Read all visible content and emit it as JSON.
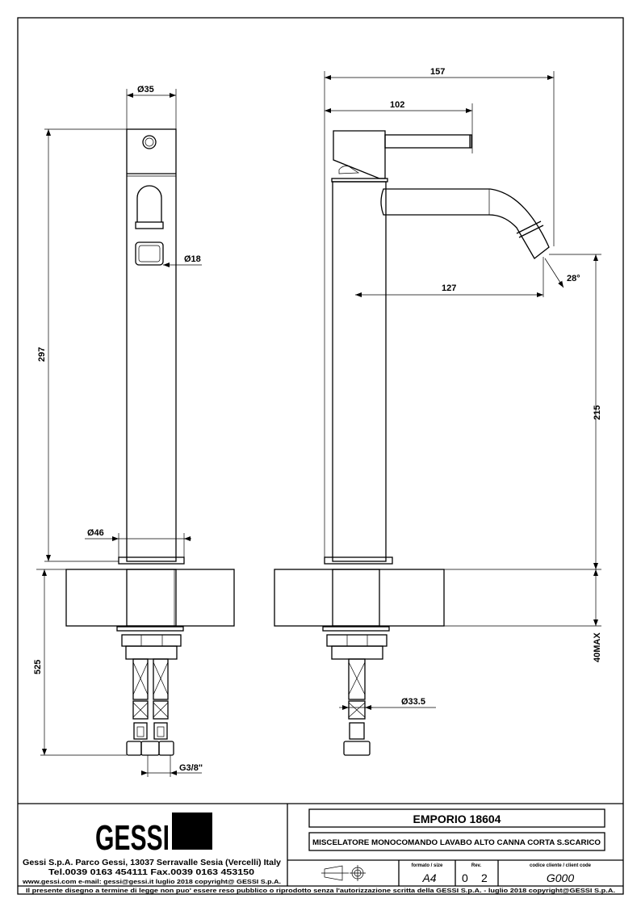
{
  "dimensions": {
    "left_view": {
      "dia_top": "Ø35",
      "dia_spout": "Ø18",
      "height_total": "297",
      "dia_base": "Ø46",
      "below_counter": "525",
      "connection": "G3/8\""
    },
    "right_view": {
      "overall_reach": "157",
      "lever_reach": "102",
      "spout_reach": "127",
      "angle": "28°",
      "spout_height": "215",
      "counter_max": "40MAX",
      "dia_shank": "Ø33.5"
    }
  },
  "title_block": {
    "logo_text": "GESSI",
    "company_address": "Gessi S.p.A. Parco Gessi, 13037 Serravalle Sesia (Vercelli) Italy",
    "contacts": "Tel.0039 0163 454111 Fax.0039 0163 453150",
    "web_line": "www.gessi.com e-mail: gessi@gessi.it   luglio 2018   copyright@ GESSI S.p.A.",
    "product_name": "EMPORIO 18604",
    "product_description": "MISCELATORE MONOCOMANDO LAVABO ALTO CANNA CORTA S.SCARICO",
    "format_label": "formato / size",
    "format_value": "A4",
    "rev_label": "Rev.",
    "rev_value_major": "0",
    "rev_value_minor": "2",
    "client_code_label": "codice cliente / client code",
    "client_code_value": "G000",
    "legal_notice": "Il presente disegno a termine di legge non puo' essere reso pubblico o riprodotto senza l'autorizzazione scritta della GESSI S.p.A. - luglio 2018 copyright@GESSI S.p.A."
  }
}
